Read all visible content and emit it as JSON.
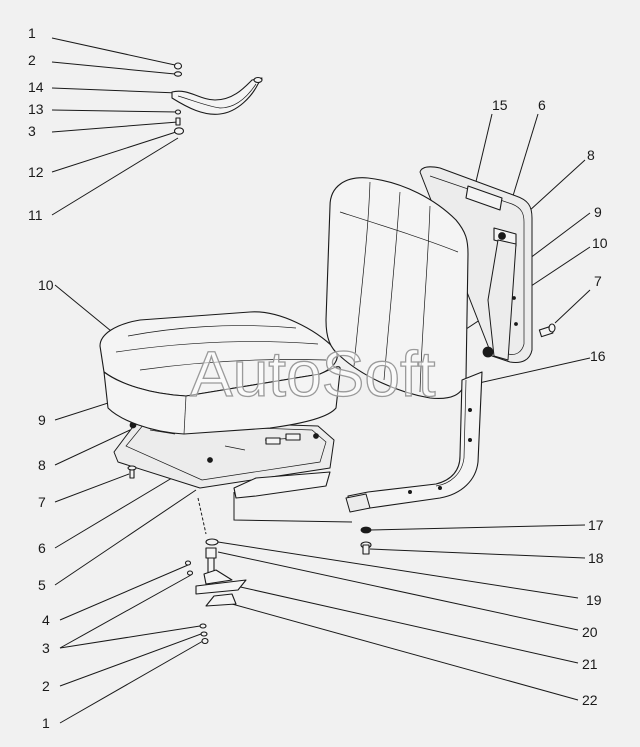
{
  "watermark": "AutoSoft",
  "callouts": [
    {
      "id": "c-1-top",
      "text": "1"
    },
    {
      "id": "c-2-top",
      "text": "2"
    },
    {
      "id": "c-14",
      "text": "14"
    },
    {
      "id": "c-13",
      "text": "13"
    },
    {
      "id": "c-3-top",
      "text": "3"
    },
    {
      "id": "c-12",
      "text": "12"
    },
    {
      "id": "c-11",
      "text": "11"
    },
    {
      "id": "c-10-left",
      "text": "10"
    },
    {
      "id": "c-9-left",
      "text": "9"
    },
    {
      "id": "c-8-left",
      "text": "8"
    },
    {
      "id": "c-7-left",
      "text": "7"
    },
    {
      "id": "c-6-left",
      "text": "6"
    },
    {
      "id": "c-5",
      "text": "5"
    },
    {
      "id": "c-4",
      "text": "4"
    },
    {
      "id": "c-3-bottom",
      "text": "3"
    },
    {
      "id": "c-2-bottom",
      "text": "2"
    },
    {
      "id": "c-1-bottom",
      "text": "1"
    },
    {
      "id": "c-15",
      "text": "15"
    },
    {
      "id": "c-6-right",
      "text": "6"
    },
    {
      "id": "c-8-right",
      "text": "8"
    },
    {
      "id": "c-9-right",
      "text": "9"
    },
    {
      "id": "c-10-right",
      "text": "10"
    },
    {
      "id": "c-7-right",
      "text": "7"
    },
    {
      "id": "c-16",
      "text": "16"
    },
    {
      "id": "c-17",
      "text": "17"
    },
    {
      "id": "c-18",
      "text": "18"
    },
    {
      "id": "c-19",
      "text": "19"
    },
    {
      "id": "c-20",
      "text": "20"
    },
    {
      "id": "c-21",
      "text": "21"
    },
    {
      "id": "c-22",
      "text": "22"
    }
  ]
}
